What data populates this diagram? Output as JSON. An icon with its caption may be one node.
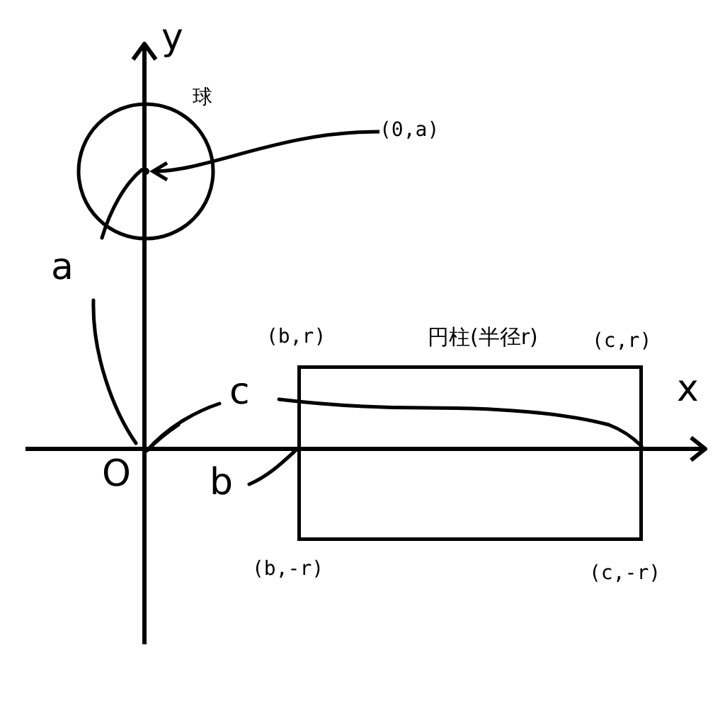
{
  "diagram": {
    "nodes": [
      {
        "text": [
          "球"
        ]
      },
      {
        "text": [
          "円柱(半径r)"
        ]
      },
      {
        "text": [
          "(0,a)"
        ]
      },
      {
        "text": [],
        "shape": "dot",
        "in": 0
      }
    ],
    "edges": [
      {
        "from": 2,
        "to": 3,
        "arrow": "to"
      }
    ],
    "labels": [
      "y",
      "a",
      "(b,r)",
      "(c,r)",
      "c",
      "x",
      "O",
      "b",
      "(b,-r)",
      "(c,-r)"
    ]
  }
}
